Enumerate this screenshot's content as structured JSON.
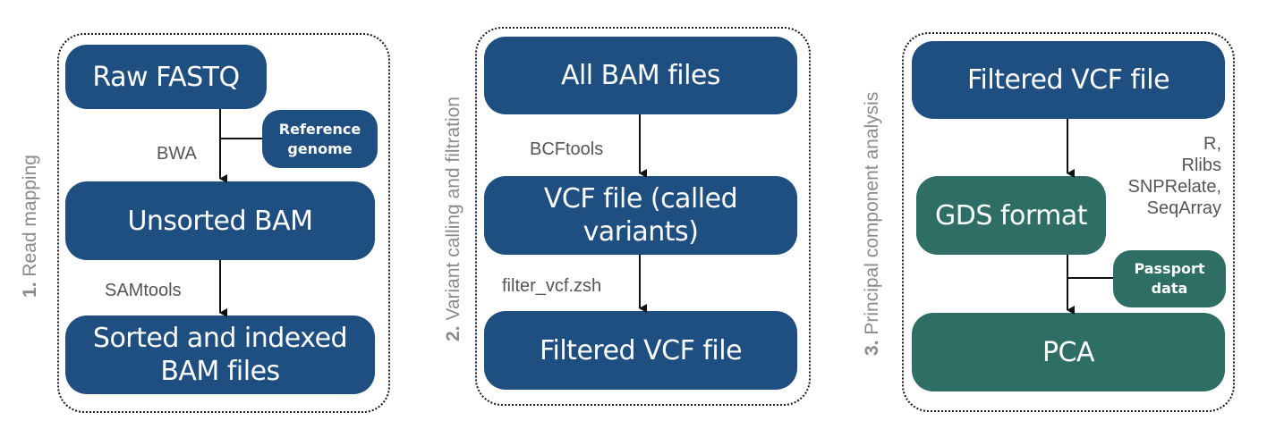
{
  "colors": {
    "blue": "#1f4e80",
    "green": "#2e6e65"
  },
  "panels": [
    {
      "label_num": "1.",
      "label_text": " Read mapping",
      "boxes": {
        "raw": "Raw FASTQ",
        "reference": "Reference\ngenome",
        "unsorted": "Unsorted BAM",
        "sorted": "Sorted and indexed\nBAM files"
      },
      "tools": {
        "bwa": "BWA",
        "samtools": "SAMtools"
      }
    },
    {
      "label_num": "2.",
      "label_text": " Variant calling and filtration",
      "boxes": {
        "all_bam": "All BAM files",
        "vcf_called": "VCF file (called variants)",
        "filtered": "Filtered VCF file"
      },
      "tools": {
        "bcftools": "BCFtools",
        "filter": "filter_vcf.zsh"
      }
    },
    {
      "label_num": "3.",
      "label_text": " Principal component analysis",
      "boxes": {
        "filtered_vcf": "Filtered VCF file",
        "gds": "GDS format",
        "passport": "Passport\ndata",
        "pca": "PCA"
      },
      "tools": {
        "r_libs": "R,\nRlibs\nSNPRelate,\nSeqArray"
      }
    }
  ]
}
